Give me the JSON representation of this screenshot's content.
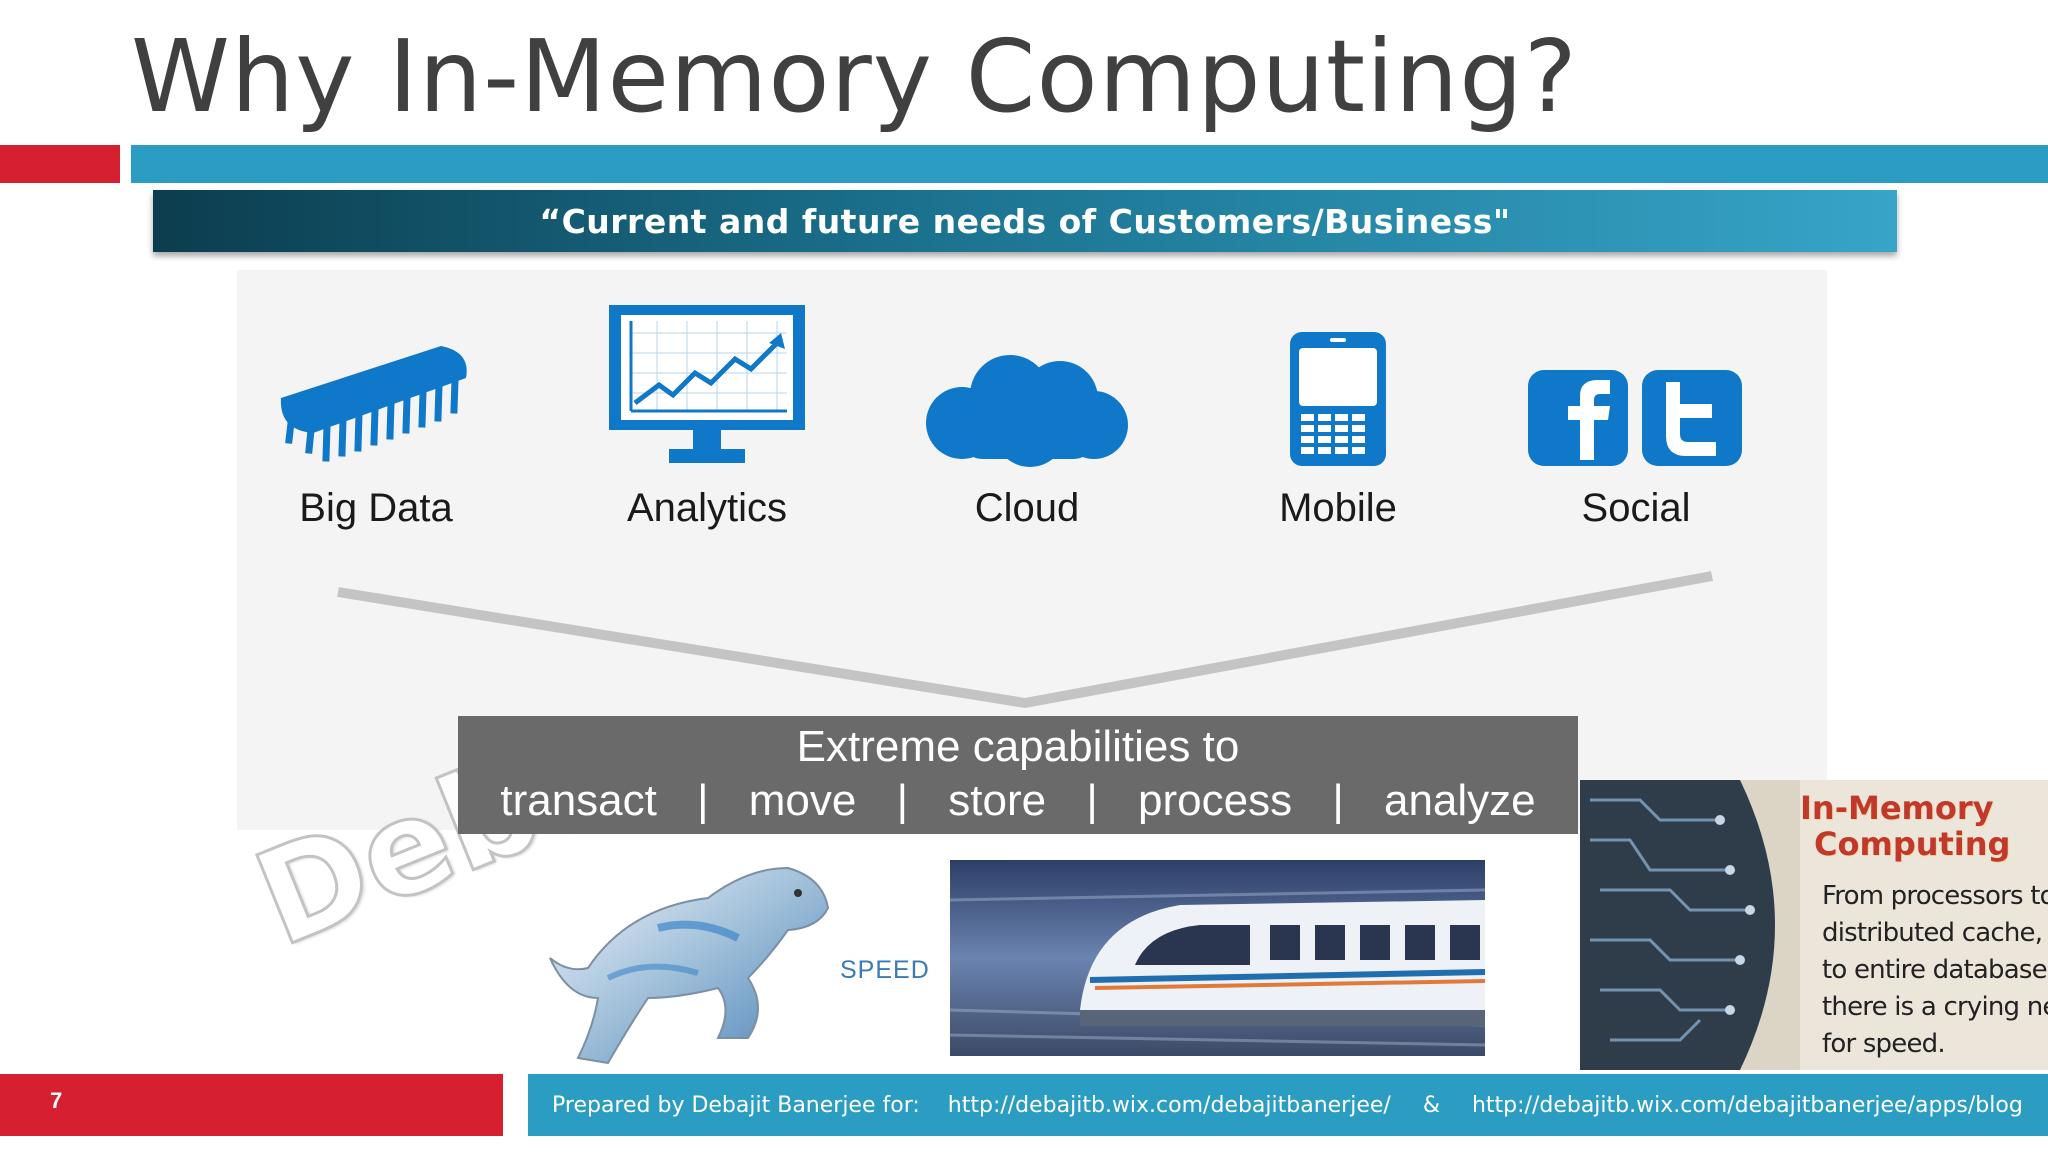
{
  "slide": {
    "title": "Why In-Memory Computing?",
    "banner": "“Current and future needs of Customers/Business\"",
    "page_number": "7"
  },
  "icons": [
    {
      "label": "Big Data",
      "icon": "chip-icon"
    },
    {
      "label": "Analytics",
      "icon": "chart-monitor-icon"
    },
    {
      "label": "Cloud",
      "icon": "cloud-icon"
    },
    {
      "label": "Mobile",
      "icon": "mobile-phone-icon"
    },
    {
      "label": "Social",
      "icon": "facebook-twitter-icon"
    }
  ],
  "capabilities": {
    "line1": "Extreme capabilities to",
    "items": [
      "transact",
      "move",
      "store",
      "process",
      "analyze"
    ],
    "separator": "|"
  },
  "images": {
    "watermark": "Deba",
    "speed_label": "SPEED",
    "card_title_line1": "In-Memory",
    "card_title_line2": "Computing",
    "card_text": [
      "From processors to",
      "distributed cache,",
      "to entire databases,",
      "there is a crying need",
      "for speed."
    ]
  },
  "footer": {
    "prepared_by": "Prepared by Debajit Banerjee for:",
    "url1": "http://debajitb.wix.com/debajitbanerjee/",
    "amp": "&",
    "url2": "http://debajitb.wix.com/debajitbanerjee/apps/blog"
  },
  "colors": {
    "accent_red": "#d7202f",
    "accent_teal": "#2b9dc2",
    "icon_blue": "#0f78c9"
  }
}
